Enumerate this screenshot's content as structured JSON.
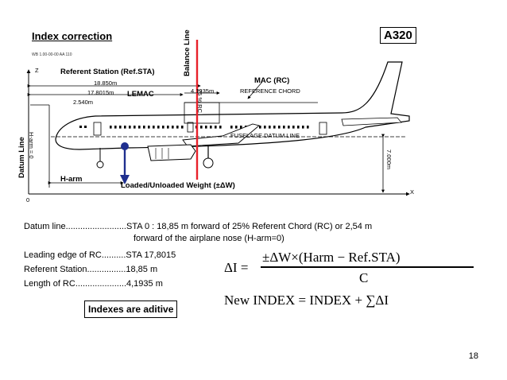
{
  "header": {
    "title": "Index correction",
    "badge": "A320",
    "fine_print": "WB 1.00-00-00 AA 110"
  },
  "diagram": {
    "balance_line": "Balance Line",
    "rc_25": "25 % RC",
    "datum_line": "Datum Line",
    "h_arm_eq": "H-arm = 0",
    "axis_z": "Z",
    "axis_x": "X",
    "origin": "0",
    "ref_station_label": "Referent Station (Ref.STA)",
    "dim_18850": "18.850m",
    "dim_178015": "17.8015m",
    "lemac": "LEMAC",
    "dim_2540": "2.540m",
    "mac_label": "MAC (RC)",
    "dim_41935": "4.1935m",
    "ref_chord": "REFERENCE CHORD",
    "fuselage_datum": "FUSELAGE DATUM LINE",
    "dim_7000": "7.000m",
    "h_arm": "H-arm",
    "weight_label": "Loaded/Unloaded Weight (±ΔW)"
  },
  "info": [
    {
      "label": "Datum line.........................",
      "value": "STA 0 : 18,85 m forward of 25% Referent Chord (RC) or 2,54 m"
    },
    {
      "label": "",
      "value": "forward of the airplane nose (H-arm=0)"
    },
    {
      "label": "Leading edge of RC..........",
      "value": "STA 17,8015"
    },
    {
      "label": "Referent Station................",
      "value": "18,85 m"
    },
    {
      "label": "Length of RC.....................",
      "value": "4,1935 m"
    }
  ],
  "note": "Indexes are aditive",
  "formula": {
    "lhs": "ΔI =",
    "numerator": "±ΔW×(Harm − Ref.STA)",
    "denominator": "C",
    "index_eq": "New INDEX = INDEX + ∑ΔI"
  },
  "page_number": "18",
  "colors": {
    "balance_line": "#e8202a",
    "weight_arrow": "#1f2f8f"
  }
}
